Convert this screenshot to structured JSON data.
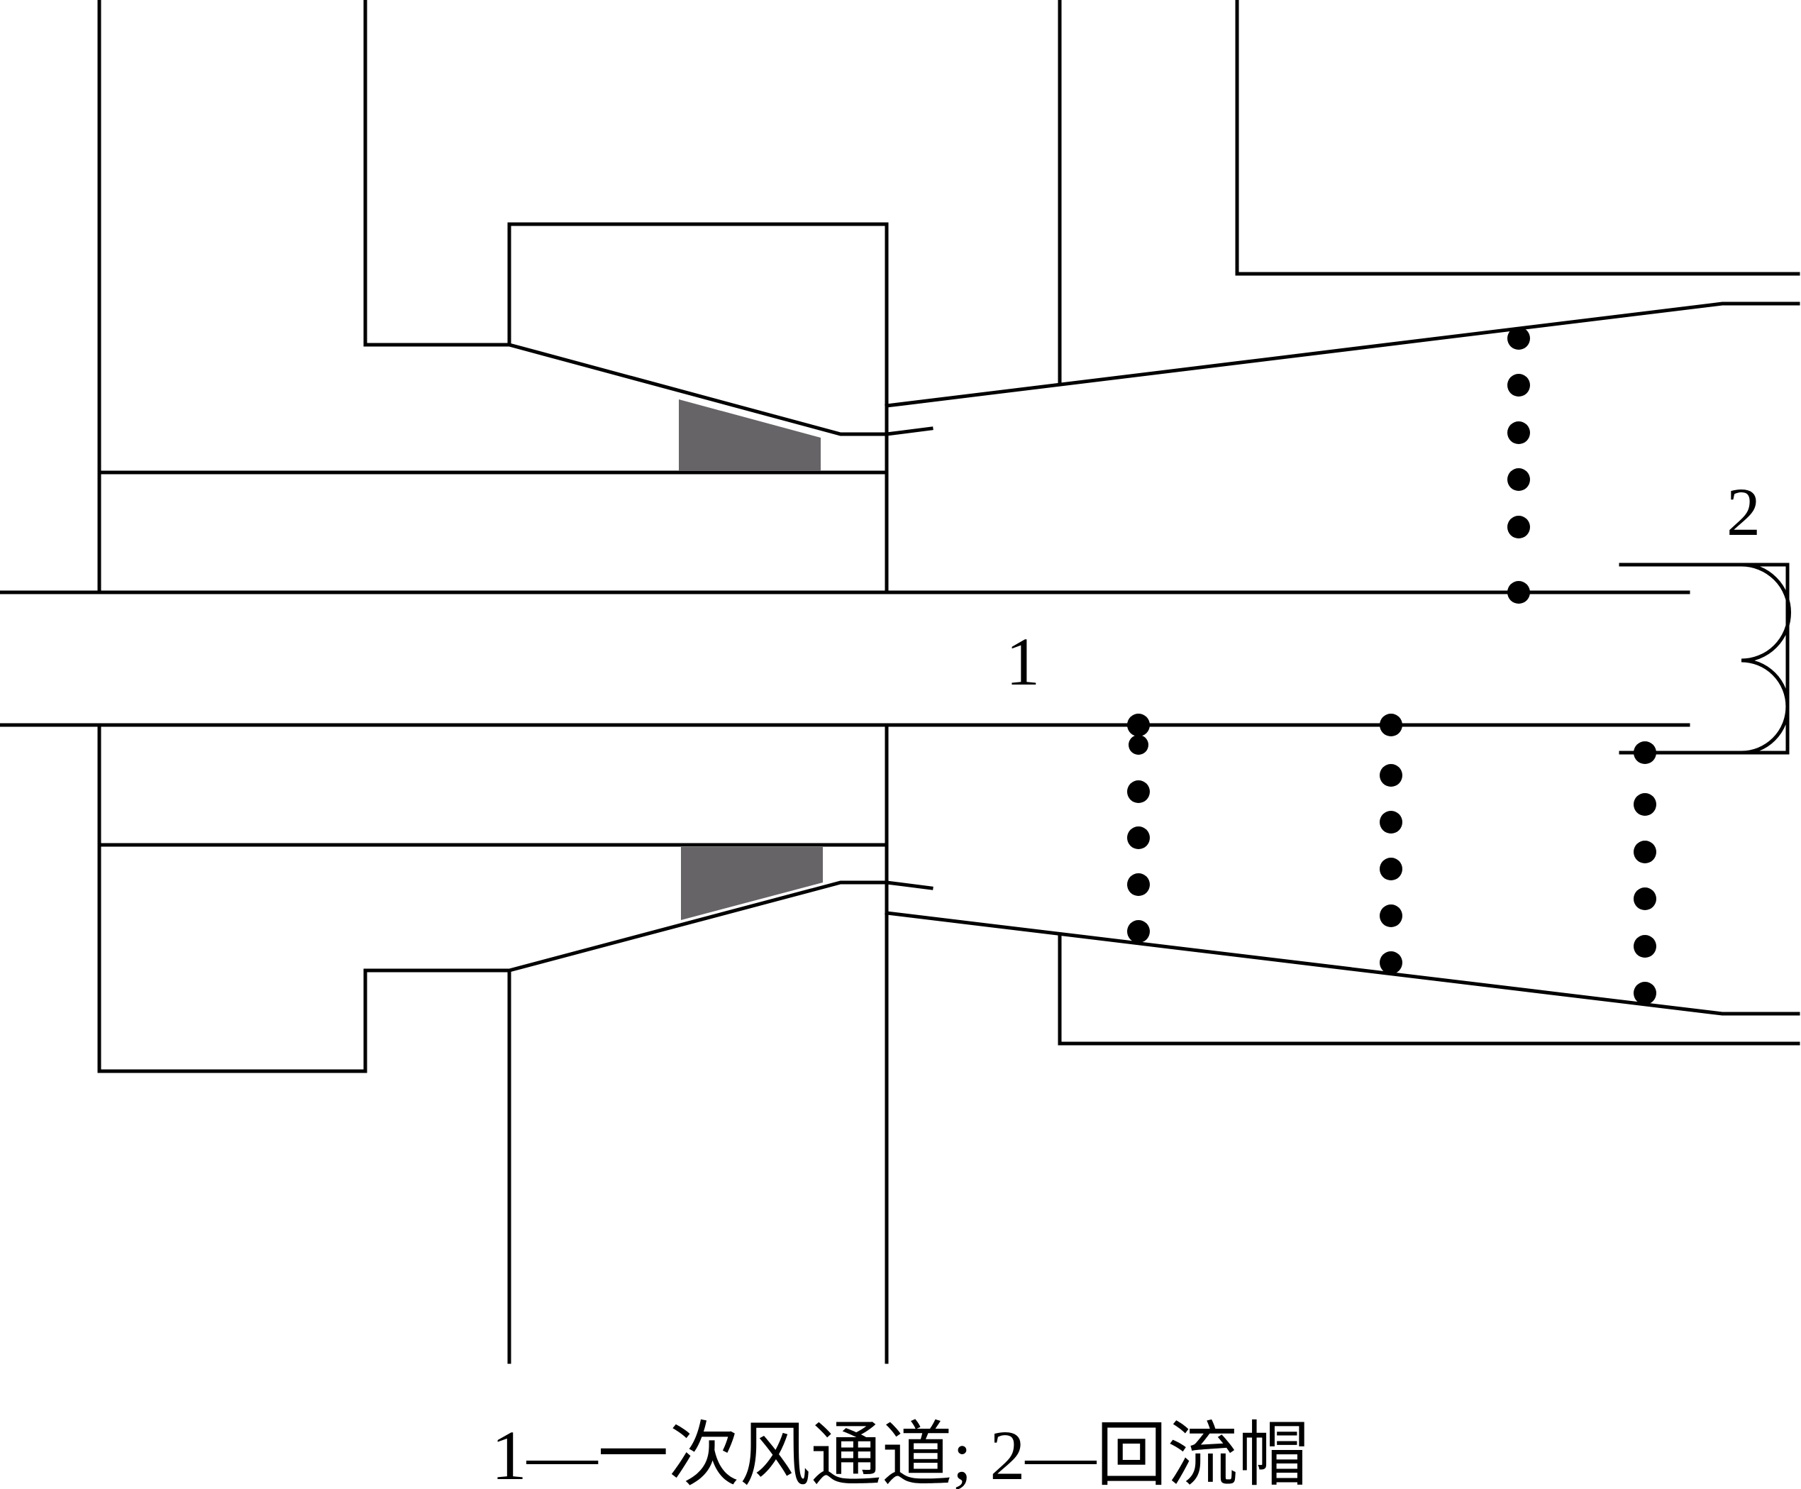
{
  "labels": {
    "label_1": "1",
    "label_2": "2"
  },
  "caption": "1—一次风通道; 2—回流帽",
  "colors": {
    "line": "#000000",
    "shaded_wedge": "#666467",
    "background": "#ffffff"
  }
}
